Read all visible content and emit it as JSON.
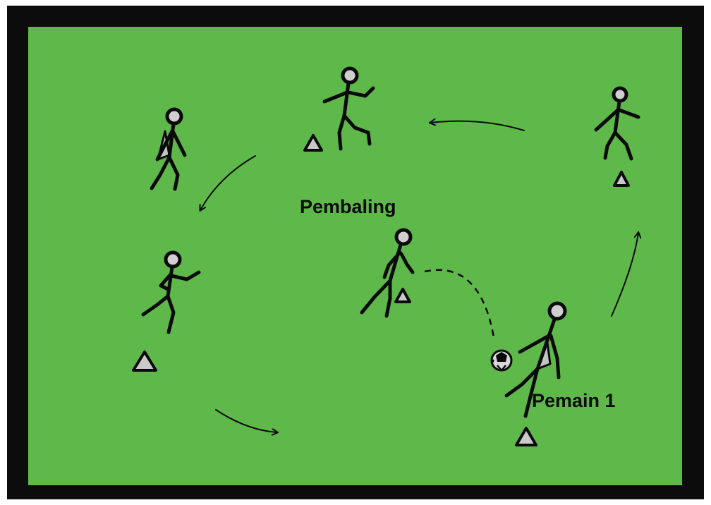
{
  "colors": {
    "frame": "#0c0c0c",
    "field": "#5fb94a",
    "ink": "#0a0a0a",
    "cone_fill": "#c9c9c9",
    "shirt_fill": "#c4c4c4"
  },
  "labels": {
    "thrower": "Pembaling",
    "player1": "Pemain 1"
  },
  "icons": [
    "stick-figure",
    "cone-marker",
    "ball",
    "curved-arrow",
    "dashed-ball-path"
  ]
}
